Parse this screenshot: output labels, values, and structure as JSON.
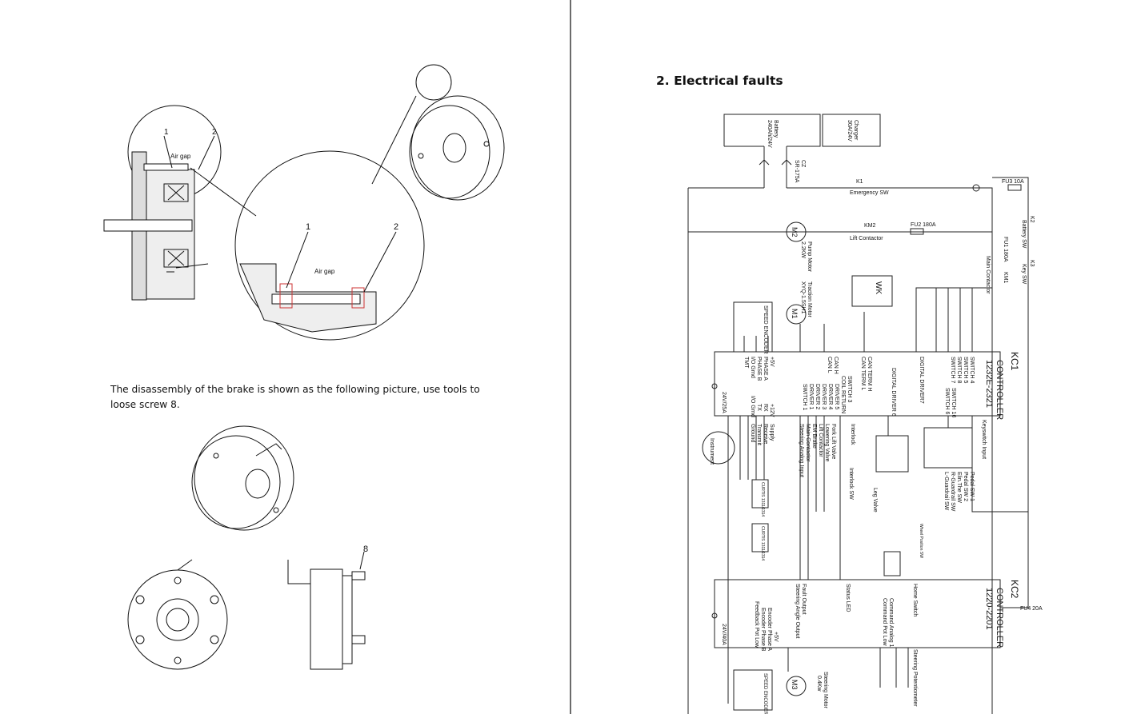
{
  "left_page": {
    "detail_labels": {
      "part1": "1",
      "part2": "2",
      "air_gap": "Air gap"
    },
    "paragraph": "The disassembly of the brake is shown as the following picture, use tools to loose screw 8.",
    "screw_label": "8"
  },
  "right_page": {
    "title": "2. Electrical faults",
    "schematic": {
      "battery": "Battery",
      "battery_spec": "240Ah/24V",
      "charger": "Charger",
      "charger_spec": "30A/24V",
      "connector": "CZ",
      "connector_spec": "SR-175A",
      "k1": "K1",
      "emergency": "Emergency SW",
      "fu3": "FU3 10A",
      "km2": "KM2",
      "lift_contactor": "Lift Contactor",
      "fu2": "FU2 180A",
      "m2": "M2",
      "pump_motor": "Pump Motor",
      "pump_spec": "2.2KW",
      "m1": "M1",
      "traction_motor": "Traction Motor",
      "traction_spec": "XYQ-1.5SH1",
      "speed_encoder": "SPEED ENCODER",
      "wk": "WK",
      "k2": "K2",
      "battery_sw": "Battery SW",
      "k3": "K3",
      "key_sw": "Key SW",
      "fu1": "FU1 180A",
      "km1": "KM1",
      "main_contactor": "Main Contactor",
      "kc1": "KC1",
      "kc1_name": "CONTROLLER",
      "kc1_model": "1232E-2321",
      "kc1_pins_left": [
        "+5V",
        "PHASE A",
        "PHASE B",
        "I/O Grnd",
        "TMT"
      ],
      "can_pins": [
        "CAN H",
        "CAN L",
        "CAN TERM H",
        "CAN TERM L"
      ],
      "digital_driver7": "DIGITAL DRIVER7",
      "digital_driver6": "DIGITAL DRIVER 6",
      "switches": [
        "SWITCH 4",
        "SWITCH 5",
        "SWITCH 8",
        "SWITCH 7",
        "SWITCH 16",
        "SWITCH 6"
      ],
      "keyswitch_input": "Keyswitch Input",
      "kc1_pins_bottom": [
        "SWITCH 3",
        "COIL RETURN",
        "DRIVER 5",
        "DRIVER 4",
        "DRIVER 3",
        "DRIVER 2",
        "DRIVER 1",
        "SWITCH 1"
      ],
      "valves": [
        "Interlock",
        "Fork Lift Valve",
        "Lowering Valve",
        "Lift Contactor",
        "EM Brake",
        "Main Contactor",
        "Steering Analog Input"
      ],
      "interlock_sw": "Interlock SW",
      "leg_valve": "Leg Valve",
      "pedal_sws": [
        "Pedal SW 1",
        "Pedal SW 2",
        "Elin.The SW",
        "R-Guardrail SW",
        "L-Guardrail SW"
      ],
      "wheel_position_sw": "Wheel Position SW",
      "serial": [
        "+12V",
        "RX",
        "TX",
        "I/O Grnd"
      ],
      "serial_labels": [
        "Supply",
        "Receive",
        "Transmit",
        "Ground"
      ],
      "instrument": "Instrument",
      "curtis1": "CURTIS 1311/1314",
      "curtis2": "CURTIS 1311/1314",
      "fuse_24v25a": "24V/25A",
      "fuse_24v40a": "24V/40A",
      "kc2": "KC2",
      "kc2_name": "CONTROLLER",
      "kc2_model": "1220-2201",
      "fu4": "FU4 20A",
      "home_switch": "Home Switch",
      "command_analog": "Command Analog 1",
      "command_pot": "Command Pot Low",
      "status_led": "Status LED",
      "fault_output": "Fault Output",
      "steering_angle": "Steering Angle Output",
      "encoder_pins": [
        "+5V",
        "Encoder Phase A",
        "Encoder Phase B",
        "Feedback Pot Low"
      ],
      "m3": "M3",
      "steering_motor": "Steering Motor",
      "steering_spec": "0.4Kw",
      "steering_pot": "Steering Potentiometer"
    }
  }
}
